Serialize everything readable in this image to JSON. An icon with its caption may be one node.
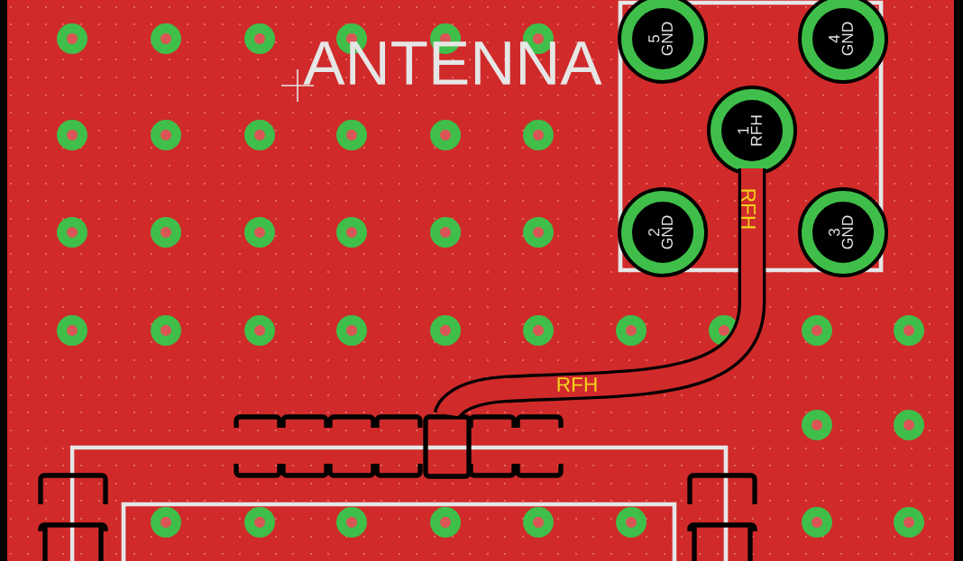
{
  "diagram": {
    "nodes": [
      {
        "text": [],
        "shape": "box"
      },
      {
        "text": [
          "5",
          "GND"
        ],
        "in": 0
      },
      {
        "text": [
          "4",
          "GND"
        ],
        "in": 0
      },
      {
        "text": [
          "1",
          "RFH"
        ],
        "in": 0
      },
      {
        "text": [
          "2",
          "GND"
        ],
        "in": 0
      },
      {
        "text": [
          "3",
          "GND"
        ],
        "in": 0
      },
      {
        "text": [],
        "shape": "box"
      }
    ],
    "edges": [
      {
        "from": 3,
        "to": 6,
        "arrow": "none",
        "label": "RFH"
      }
    ],
    "labels": [
      "ANTENNA",
      "RFH"
    ]
  }
}
